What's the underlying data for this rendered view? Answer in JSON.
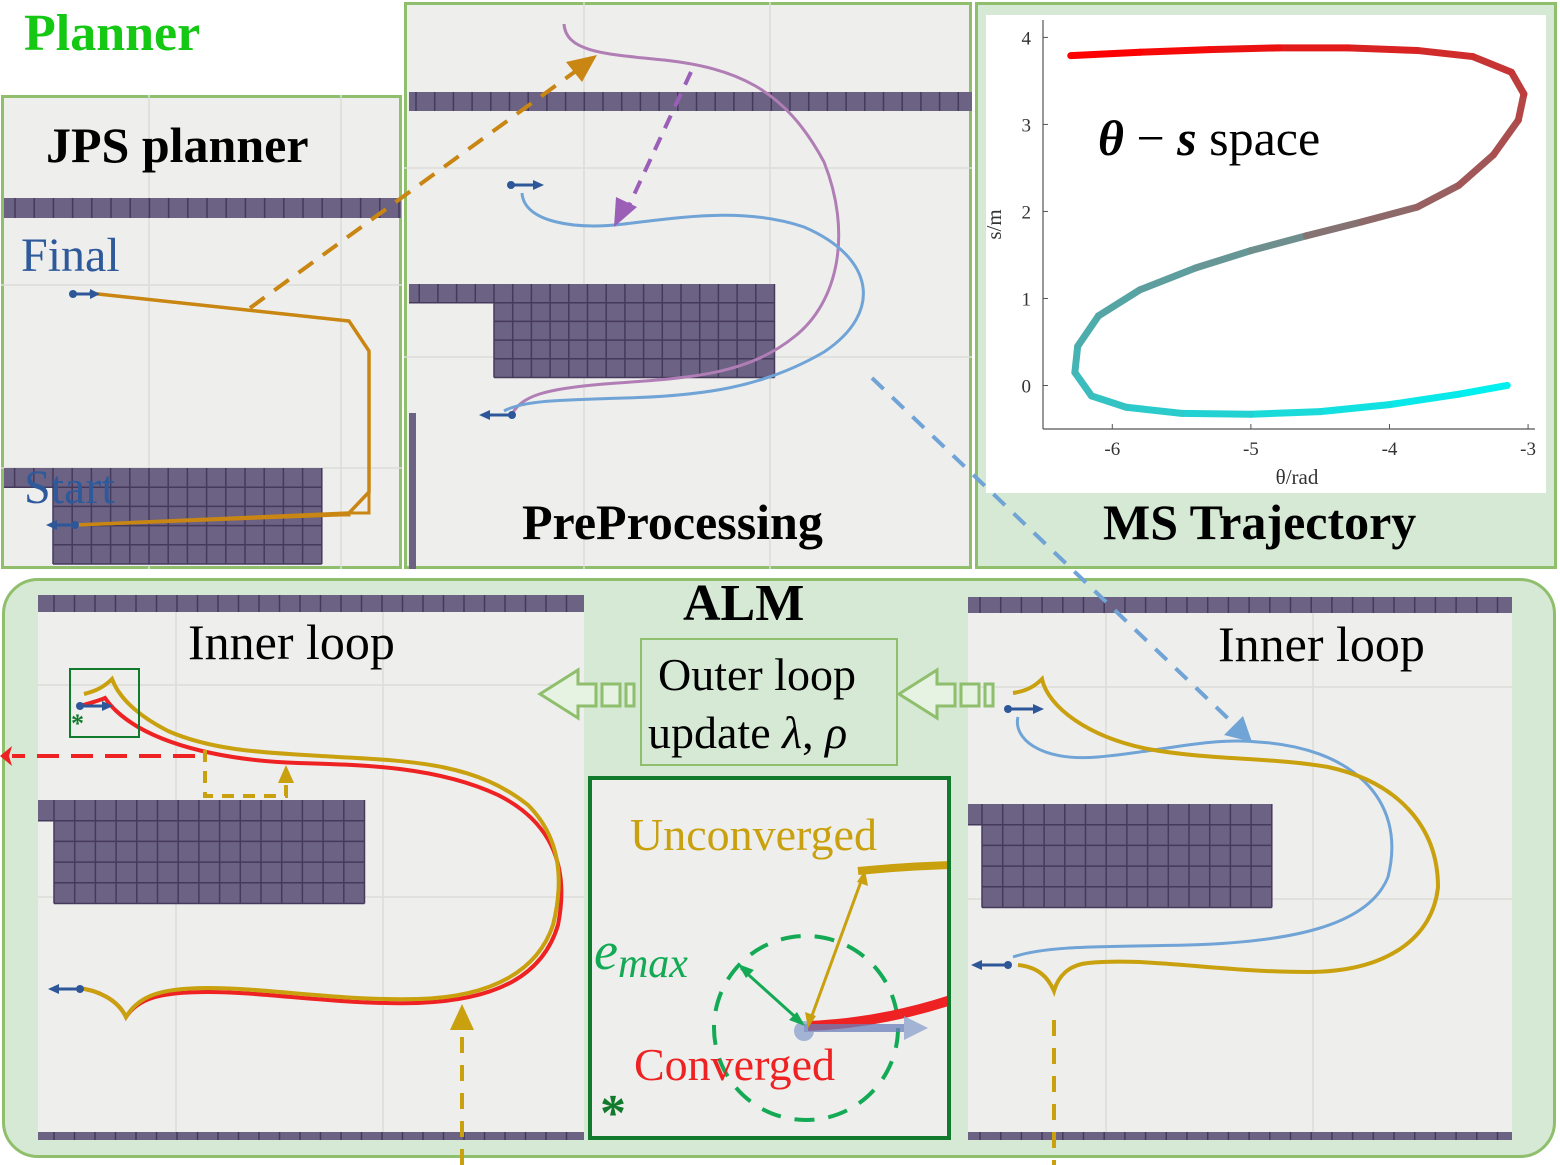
{
  "header": {
    "title": "Planner"
  },
  "colors": {
    "planner_title": "#14c814",
    "obstacle": "#6c6283",
    "obstacle_grid": "#463a5c",
    "panel_border": "#8fbf6c",
    "panel_bg": "#eeeeec",
    "alm_bg": "#d6e9d4",
    "jps_path": "#c98613",
    "preprocess_purple": "#b07db5",
    "preprocess_blue": "#70a3d6",
    "arrow_blue": "#2e5799",
    "unconverged": "#c9a00e",
    "converged": "#ee2222",
    "emax_green": "#14aa55",
    "frame_green": "#127a2c"
  },
  "jps_panel": {
    "title": "JPS planner",
    "final_label": "Final",
    "start_label": "Start"
  },
  "preprocessing_panel": {
    "title": "PreProcessing"
  },
  "ms_panel": {
    "title": "MS Trajectory",
    "annotation_theta": "θ",
    "annotation_minus": "−",
    "annotation_s": "s",
    "annotation_space": "space"
  },
  "alm": {
    "title": "ALM",
    "outer_loop_line1": "Outer loop",
    "outer_loop_line2_text": "update",
    "outer_loop_lambda": "λ",
    "outer_loop_sep": ",",
    "outer_loop_rho": "ρ",
    "inner_loop_left": "Inner loop",
    "inner_loop_right": "Inner loop",
    "detail": {
      "unconverged_label": "Unconverged",
      "converged_label": "Converged",
      "emax_main": "e",
      "emax_sub": "max",
      "marker": "*"
    },
    "left_marker": "*"
  },
  "chart_data": {
    "type": "line",
    "title": "",
    "xlabel": "θ/rad",
    "ylabel": "s/m",
    "xlim": [
      -6.5,
      -2.95
    ],
    "ylim": [
      -0.5,
      4.2
    ],
    "xticks": [
      -6,
      -5,
      -4,
      -3
    ],
    "yticks": [
      0,
      1,
      2,
      3,
      4
    ],
    "xtick_labels": [
      "-6",
      "-5",
      "-4",
      "-3"
    ],
    "ytick_labels": [
      "0",
      "1",
      "2",
      "3",
      "4"
    ],
    "grid": false,
    "colormap": [
      "#00f0f0",
      "#808080",
      "#ff0000"
    ],
    "series": [
      {
        "name": "MS trajectory",
        "x": [
          -3.15,
          -3.5,
          -4.0,
          -4.5,
          -5.0,
          -5.5,
          -5.9,
          -6.15,
          -6.27,
          -6.25,
          -6.1,
          -5.8,
          -5.4,
          -5.0,
          -4.6,
          -4.2,
          -3.8,
          -3.5,
          -3.25,
          -3.07,
          -3.03,
          -3.12,
          -3.4,
          -3.8,
          -4.3,
          -4.8,
          -5.3,
          -5.8,
          -6.3
        ],
        "y": [
          0.0,
          -0.1,
          -0.22,
          -0.3,
          -0.33,
          -0.32,
          -0.25,
          -0.12,
          0.15,
          0.45,
          0.8,
          1.1,
          1.35,
          1.55,
          1.72,
          1.88,
          2.05,
          2.3,
          2.65,
          3.05,
          3.35,
          3.6,
          3.78,
          3.85,
          3.88,
          3.88,
          3.86,
          3.83,
          3.79
        ]
      }
    ]
  }
}
